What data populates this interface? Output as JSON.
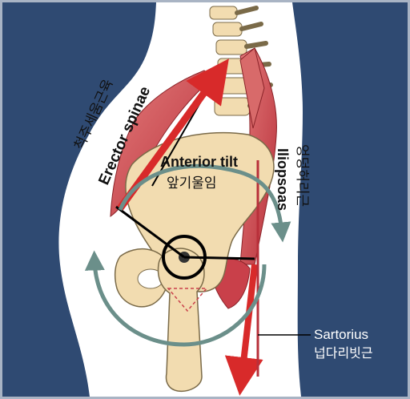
{
  "labels": {
    "erector_spinae_korean": "척주세움근육",
    "erector_spinae_english": "Erector spinae",
    "anterior_tilt_english": "Anterior tilt",
    "anterior_tilt_korean": "앞기울임",
    "iliopsoas_english": "Iliopsoas",
    "iliopsoas_korean": "엉덩허리근",
    "sartorius_english": "Sartorius",
    "sartorius_korean": "넙다리빗근"
  },
  "colors": {
    "background_navy": "#2f4a72",
    "body_silhouette": "#ffffff",
    "frame": "#a9b4c4",
    "bone": "#f2dcb0",
    "bone_outline": "#7a6a48",
    "muscle_red": "#c9404a",
    "arrow_red": "#d82a2a",
    "rotation_arrow": "#6b8f8a",
    "lever_line": "#000000"
  }
}
